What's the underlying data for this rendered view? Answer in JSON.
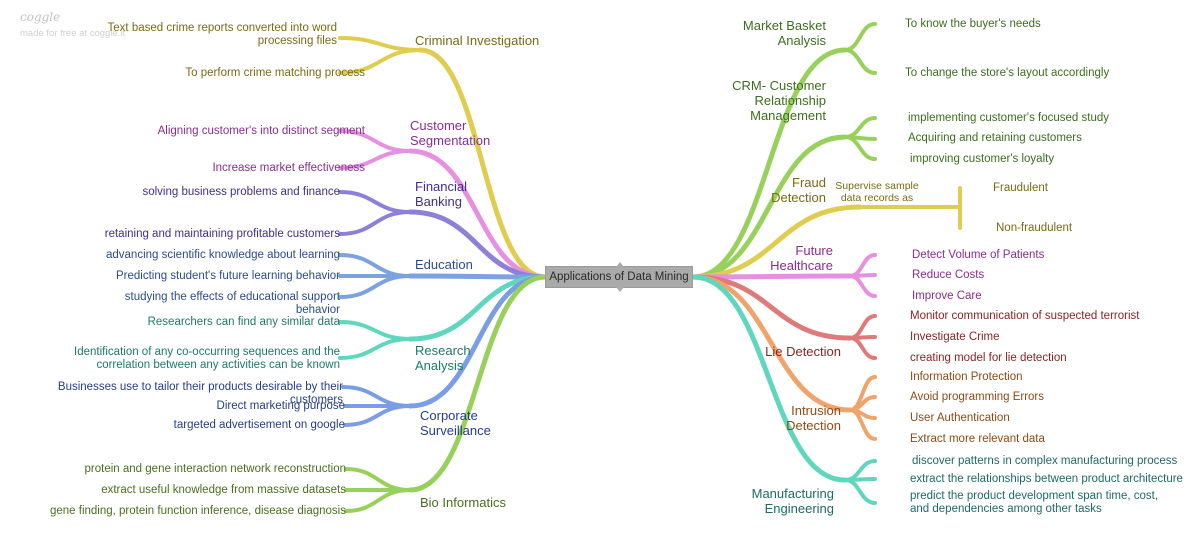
{
  "watermark": {
    "logo": "coggle",
    "tagline": "made for free at coggle.it"
  },
  "root": "Applications of Data Mining",
  "branches": [
    {
      "key": "criminal",
      "label": "Criminal Investigation",
      "color": "#e0cd4f",
      "text": "#7a6a12",
      "leaves": [
        "Text based crime reports converted into word processing files",
        "To perform crime matching process"
      ]
    },
    {
      "key": "segmentation",
      "label": "Customer Segmentation",
      "color": "#e590e0",
      "text": "#8a2e8f",
      "leaves": [
        "Aligning customer's into distinct segment",
        "Increase market effectiveness"
      ]
    },
    {
      "key": "financial",
      "label": "Financial Banking",
      "color": "#8e7fd8",
      "text": "#3e2f8f",
      "leaves": [
        "solving business problems and finance",
        "retaining and maintaining profitable customers"
      ]
    },
    {
      "key": "education",
      "label": "Education",
      "color": "#7da2e0",
      "text": "#2a4c8c",
      "leaves": [
        "advancing scientific knowledge about learning",
        "Predicting student's future learning behavior",
        "studying the effects of educational support behavior"
      ]
    },
    {
      "key": "research",
      "label": "Research Analysis",
      "color": "#5fd6be",
      "text": "#1e7a68",
      "leaves": [
        "Researchers can find any similar data",
        "Identification of any co-occurring sequences and the correlation between any activities can be known"
      ]
    },
    {
      "key": "corporate",
      "label": "Corporate Surveillance",
      "color": "#7a9ee6",
      "text": "#233f87",
      "leaves": [
        "Businesses use to tailor their products desirable by their customers",
        "Direct marketing purpose",
        "targeted advertisement on google"
      ]
    },
    {
      "key": "bio",
      "label": "Bio Informatics",
      "color": "#98d05c",
      "text": "#4a6e1e",
      "leaves": [
        "protein and gene interaction network reconstruction",
        "extract useful knowledge from massive datasets",
        "gene finding, protein function inference, disease diagnosis"
      ]
    },
    {
      "key": "market",
      "label": "Market Basket Analysis",
      "color": "#98d05c",
      "text": "#3c6e1e",
      "leaves": [
        "To know the buyer's needs",
        "To change the store's layout accordingly"
      ]
    },
    {
      "key": "crm",
      "label": "CRM- Customer Relationship Management",
      "color": "#98d05c",
      "text": "#3c6e1e",
      "leaves": [
        "implementing customer's focused study",
        "Acquiring and retaining customers",
        "improving customer's loyalty"
      ]
    },
    {
      "key": "fraud",
      "label": "Fraud Detection",
      "color": "#e0cd4f",
      "text": "#7a6a12",
      "mid": "Supervise sample data records as",
      "leaves": [
        "Fraudulent",
        "Non-fraudulent"
      ]
    },
    {
      "key": "health",
      "label": "Future Healthcare",
      "color": "#e590e0",
      "text": "#8a2e8f",
      "leaves": [
        "Detect Volume of Patients",
        "Reduce Costs",
        "Improve Care"
      ]
    },
    {
      "key": "lie",
      "label": "Lie Detection",
      "color": "#e07a7a",
      "text": "#8a2424",
      "leaves": [
        "Monitor communication of suspected terrorist",
        "Investigate Crime",
        "creating model for lie detection"
      ]
    },
    {
      "key": "intrusion",
      "label": "Intrusion Detection",
      "color": "#eea46a",
      "text": "#8f4a14",
      "leaves": [
        "Information Protection",
        "Avoid programming Errors",
        "User Authentication",
        "Extract more relevant data"
      ]
    },
    {
      "key": "manufacturing",
      "label": "Manufacturing Engineering",
      "color": "#5fd6be",
      "text": "#1e6a68",
      "leaves": [
        "discover patterns in complex manufacturing process",
        "extract the relationships between product architecture",
        "predict the product development span time, cost, and dependencies among other tasks"
      ]
    }
  ]
}
